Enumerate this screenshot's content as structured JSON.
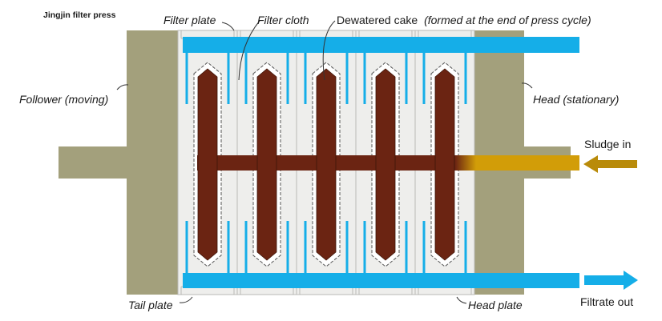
{
  "title": "Jingjin filter press",
  "labels": {
    "filter_plate": "Filter plate",
    "filter_cloth": "Filter cloth",
    "cake_main": "Dewatered cake",
    "cake_note": "(formed at the end of press cycle)",
    "follower": "Follower (moving)",
    "head": "Head (stationary)",
    "sludge_in": "Sludge in",
    "filtrate_out": "Filtrate out",
    "tail_plate": "Tail plate",
    "head_plate": "Head plate"
  },
  "colors": {
    "frame": "#a3a07c",
    "plate": "#eeeeec",
    "plate_edge": "#b9b9b6",
    "cake": "#6b2412",
    "cake_edge": "#3e1408",
    "filtrate": "#15aee8",
    "sludge": "#d29d08",
    "sludge_arrow": "#b98b0a",
    "leader": "#333333"
  },
  "chamber_count": 5
}
